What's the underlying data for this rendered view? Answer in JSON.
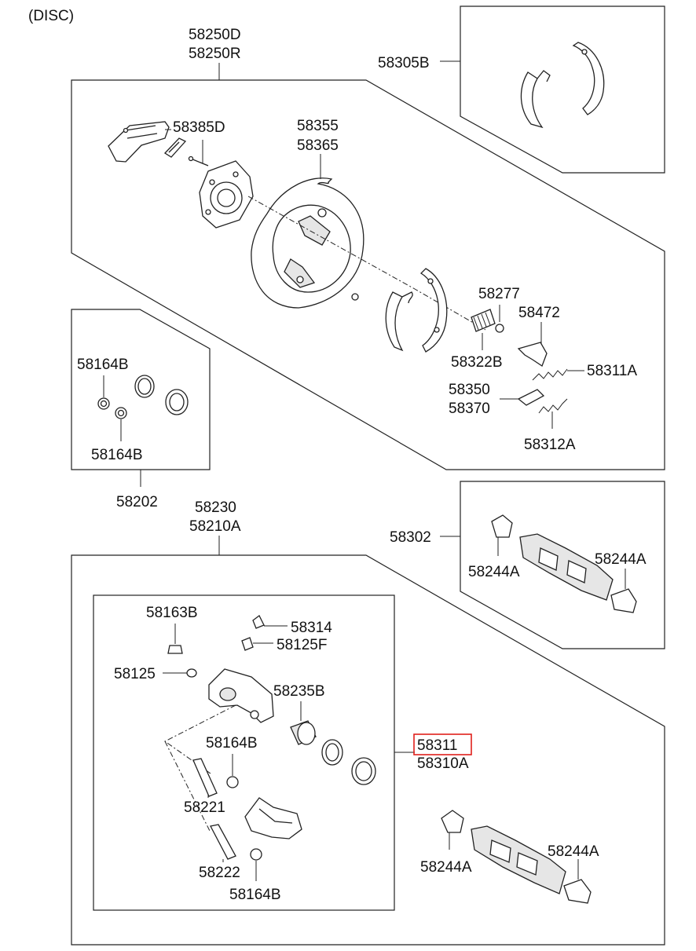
{
  "header": {
    "variant": "(DISC)"
  },
  "colors": {
    "line": "#222222",
    "highlight": "#e0201c",
    "background": "#ffffff"
  },
  "labels": {
    "p58250D": "58250D",
    "p58250R": "58250R",
    "p58305B": "58305B",
    "p58385D": "58385D",
    "p58355": "58355",
    "p58365": "58365",
    "p58277": "58277",
    "p58472": "58472",
    "p58322B": "58322B",
    "p58311A": "58311A",
    "p58350": "58350",
    "p58370": "58370",
    "p58312A": "58312A",
    "p58164B_top": "58164B",
    "p58164B_bottom": "58164B",
    "p58202": "58202",
    "p58230": "58230",
    "p58210A": "58210A",
    "p58302": "58302",
    "p58244A_1": "58244A",
    "p58244A_2": "58244A",
    "p58163B": "58163B",
    "p58314": "58314",
    "p58125F": "58125F",
    "p58125": "58125",
    "p58235B": "58235B",
    "p58164B_caliper1": "58164B",
    "p58311": "58311",
    "p58310A": "58310A",
    "p58221": "58221",
    "p58222": "58222",
    "p58164B_caliper2": "58164B",
    "p58244A_3": "58244A",
    "p58244A_4": "58244A"
  },
  "highlighted_part": "58311"
}
